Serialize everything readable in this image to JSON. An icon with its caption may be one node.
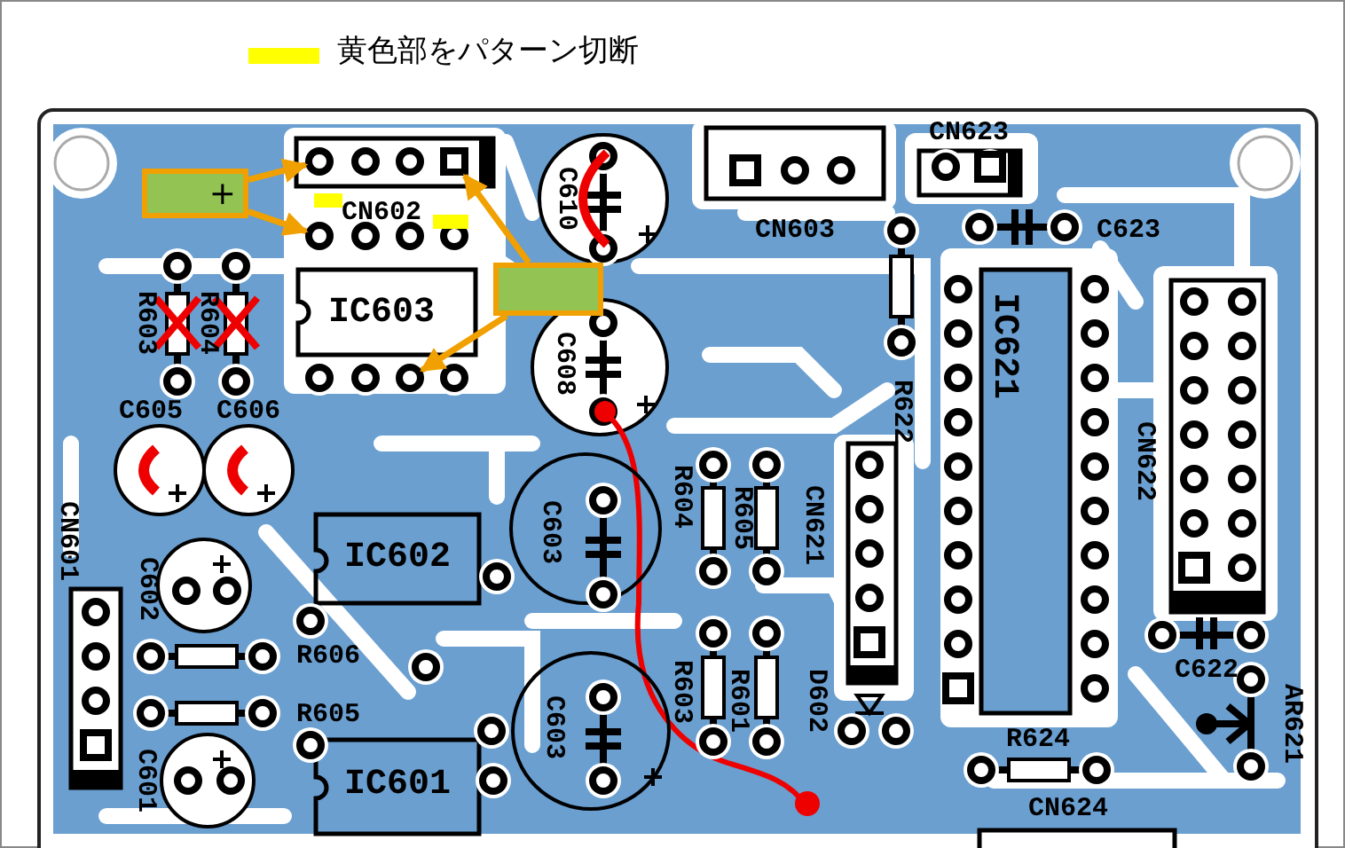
{
  "diagram": {
    "nodes": [
      {
        "text": [
          "+"
        ]
      },
      {
        "text": [],
        "shape": "circle"
      },
      {
        "text": [],
        "shape": "box"
      },
      {
        "text": [],
        "shape": "circle"
      },
      {
        "text": [],
        "shape": "box"
      },
      {
        "text": [],
        "shape": "circle"
      }
    ],
    "edges": [
      {
        "from": 0,
        "to": 1,
        "arrow": "to"
      },
      {
        "from": 0,
        "to": 3,
        "arrow": "to"
      },
      {
        "from": 4,
        "to": 2,
        "arrow": "to"
      },
      {
        "from": 4,
        "to": 5,
        "arrow": "to"
      }
    ],
    "labels": [
      "CN623",
      "CN602",
      "C623",
      "CN603",
      "C610",
      "IC603",
      "R603",
      "R604",
      "C608",
      "R622",
      "IC621",
      "CN622",
      "C605",
      "C606",
      "CN601",
      "R604",
      "R605",
      "CN621",
      "C602",
      "IC602",
      "C603",
      "R606",
      "R605",
      "R603",
      "R601",
      "C622",
      "AR621",
      "D602",
      "R624",
      "C601",
      "IC601",
      "C603",
      "CN624"
    ],
    "legend": [
      {
        "text": "黄色部をパターン切断",
        "color": "#ffff00"
      }
    ]
  }
}
